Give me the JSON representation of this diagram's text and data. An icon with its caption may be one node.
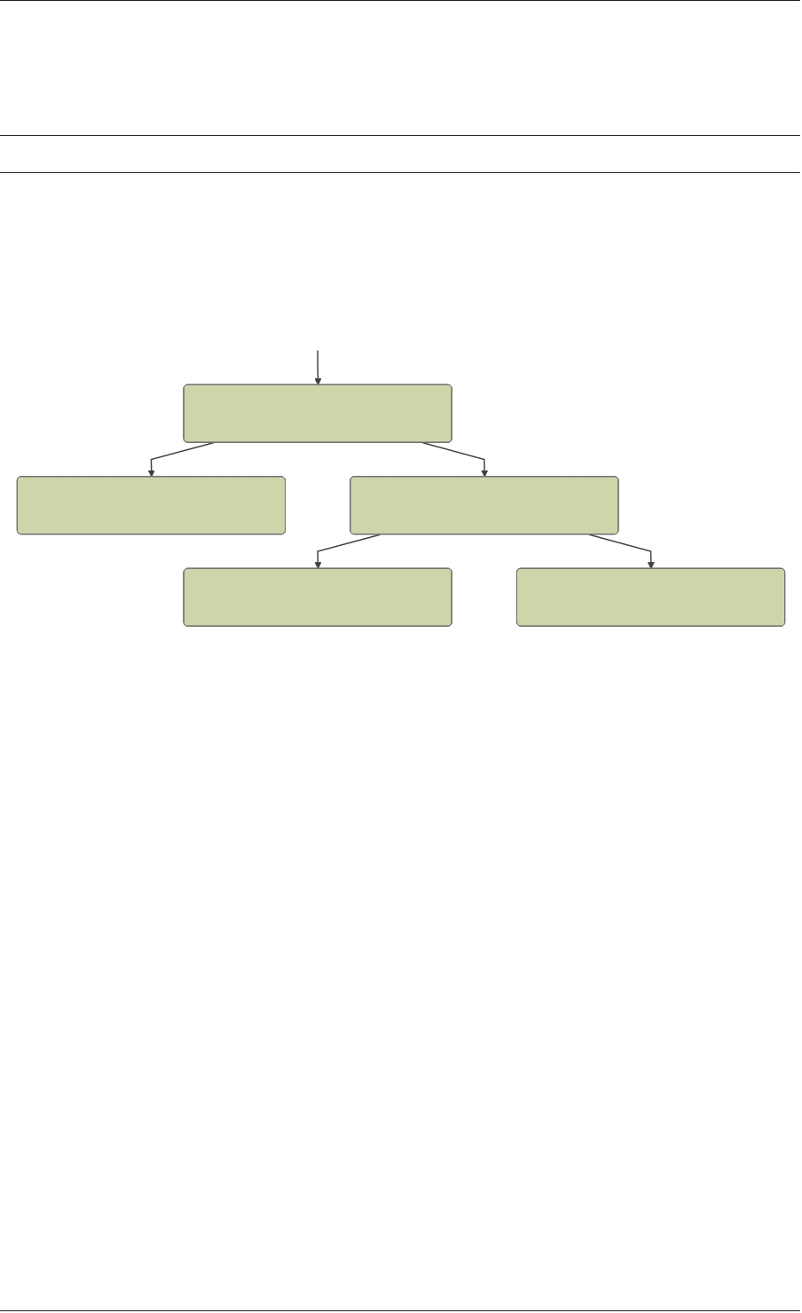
{
  "diagram": {
    "nodes": [
      {
        "text": [],
        "shape": "box"
      },
      {
        "text": [],
        "shape": "box"
      },
      {
        "text": [],
        "shape": "box"
      },
      {
        "text": [],
        "shape": "box"
      },
      {
        "text": [],
        "shape": "box"
      }
    ],
    "edges": [
      {
        "from": null,
        "to": 0,
        "arrow": "to"
      },
      {
        "from": 0,
        "to": 1,
        "arrow": "to"
      },
      {
        "from": 0,
        "to": 2,
        "arrow": "to"
      },
      {
        "from": 2,
        "to": 3,
        "arrow": "to"
      },
      {
        "from": 2,
        "to": 4,
        "arrow": "to"
      }
    ]
  }
}
